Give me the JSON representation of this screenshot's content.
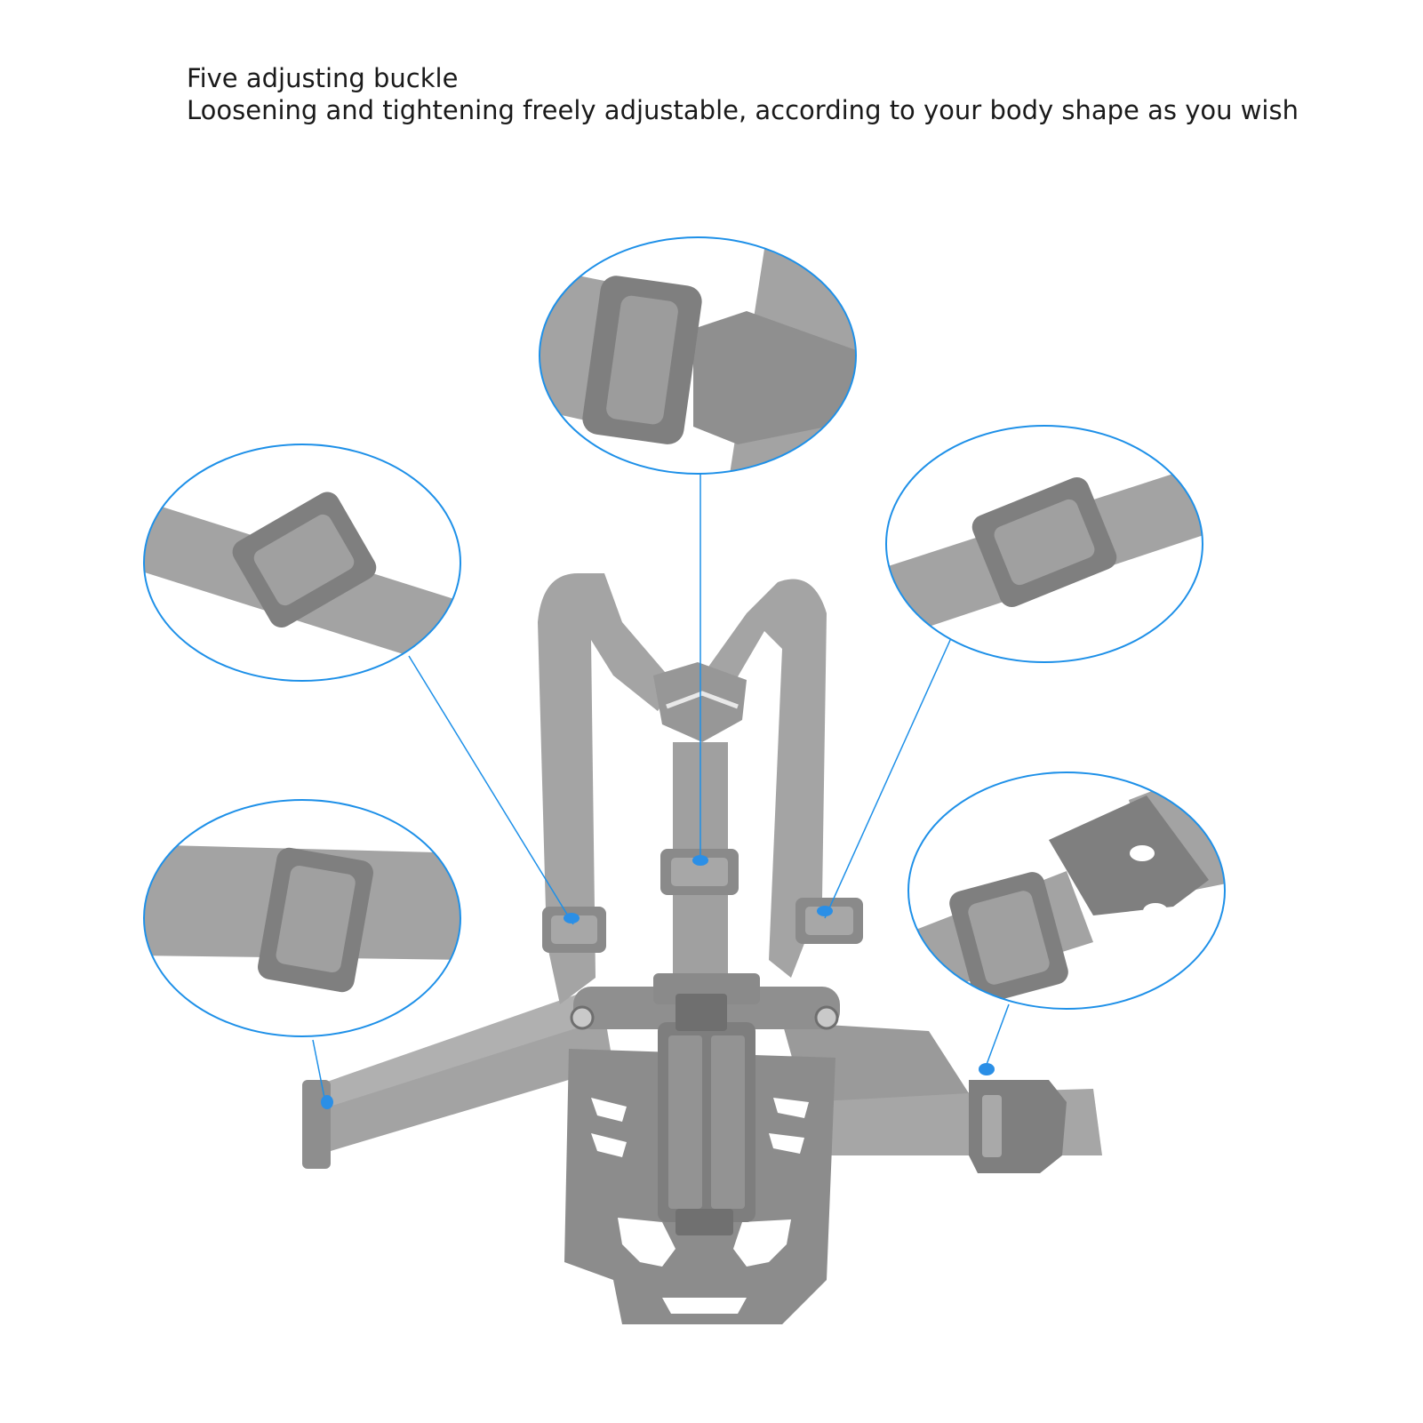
{
  "caption": {
    "line1": "Five adjusting buckle",
    "line2": "Loosening and tightening freely adjustable, according to your body shape as you wish"
  },
  "colors": {
    "strap": "#9e9e9e",
    "strap_dark": "#8a8a8a",
    "buckle": "#7d7d7d",
    "plate": "#8c8c8c",
    "callout_line": "#1e90e8",
    "dot": "#2b8fe6",
    "background": "#ffffff"
  },
  "callouts": [
    {
      "name": "top-center-zoom",
      "depicts": "slide-buckle-with-side-release"
    },
    {
      "name": "left-upper-zoom",
      "depicts": "slide-buckle"
    },
    {
      "name": "right-upper-zoom",
      "depicts": "slide-buckle"
    },
    {
      "name": "left-lower-zoom",
      "depicts": "slide-buckle"
    },
    {
      "name": "right-lower-zoom",
      "depicts": "side-release-buckle"
    }
  ]
}
